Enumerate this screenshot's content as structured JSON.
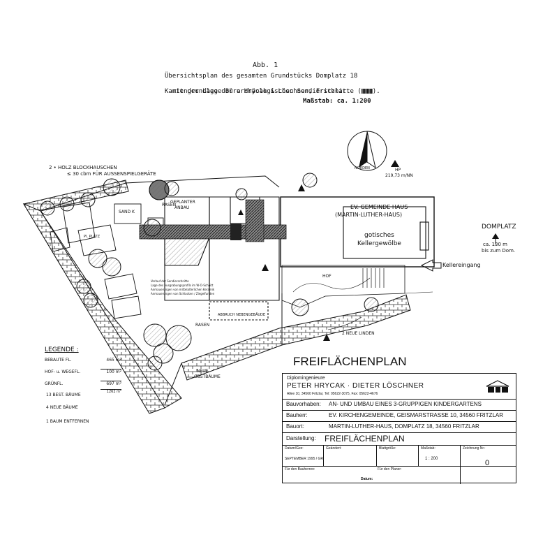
{
  "caption": {
    "fig_label": "Abb. 1",
    "line1": "Übersichtsplan des gesamten Grundstücks Domplatz 18",
    "line2": "mit der Lage der archäologischen Sondierschnitte (",
    "line2_end": ").",
    "line3": "Kartengrundlage Büro Hrycak & Löschner, Fritzlar.",
    "scale": "Maßstab: ca. 1:200"
  },
  "north": {
    "label": "NORDEN",
    "hp_label": "HP",
    "hp_value": "219,73 m/NN"
  },
  "plan_labels": {
    "blockhaus_1": "2 • HOLZ BLOCKHAUSCHEN",
    "blockhaus_2": "≤ 30 cbm  FÜR AUSSENSPIELGERÄTE",
    "sandk": "SAND K",
    "rasen_top": "RASEN",
    "geplanter_1": "GEPLANTER",
    "geplanter_2": "ANBAU",
    "ev_haus_1": "EV. GEMEINDE HAUS",
    "ev_haus_2": "(MARTIN-LUTHER-HAUS)",
    "gotisch_1": "gotisches",
    "gotisch_2": "Kellergewölbe",
    "domplatz": "DOMPLATZ",
    "domplatz_dist_1": "ca. 130 m",
    "domplatz_dist_2": "bis zum Dom.",
    "kellereingang": "Kellereingang",
    "hof": "HOF",
    "rasen_mid": "RASEN",
    "abbruch": "ABBRUCH NEBENGEBÄUDE",
    "linden": "2 NEUE LINDEN",
    "obstbaeume_1": "NEUE",
    "obstbaeume_2": "OBSTBÄUME",
    "pl_platz": "Pl. PLATZ",
    "legende_small_1": "Verlauf der Sondierschnitte",
    "legende_small_2": "Lage des Ausgrabungsprofils im W-O-Schnitt",
    "legende_small_3": "Anmauerungen von mittelalterlichen Keramik",
    "legende_small_4": "Anmauerungen von Schlacken / Ziegelfunden"
  },
  "legend": {
    "title": "LEGENDE :",
    "rows": [
      {
        "label": "BEBAUTE FL.",
        "value": "465 m²"
      },
      {
        "label": "HOF- u. WEGEFL.",
        "value": "100 m²"
      },
      {
        "label": "GRÜNFL.",
        "value": "697 m²"
      }
    ],
    "total": "1262 m²",
    "notes": [
      "13 BEST. BÄUME",
      "4 NEUE BÄUME",
      "1 BAUM ENTFERNEN"
    ]
  },
  "title_block": {
    "heading": "FREIFLÄCHENPLAN",
    "office_role": "Diplomingenieure",
    "office_names": "PETER HRYCAK · DIETER LÖSCHNER",
    "office_address": "Allee 10, 34560 Fritzlar, Tel: 05622-3075, Fax: 05622-4676",
    "rows": [
      {
        "key": "Bauvorhaben:",
        "value": "AN- UND UMBAU EINES 3-GRUPPIGEN KINDERGARTENS"
      },
      {
        "key": "Bauherr:",
        "value": "EV. KIRCHENGEMEINDE, GEISMARSTRASSE 10, 34560 FRITZLAR"
      },
      {
        "key": "Bauort:",
        "value": "MARTIN-LUTHER-HAUS, DOMPLATZ 18, 34560 FRITZLAR"
      }
    ],
    "darstellung_key": "Darstellung:",
    "darstellung_value": "FREIFLÄCHENPLAN",
    "small_headers": [
      "Datum/Gez:",
      "Geändert:",
      "Blattgröße:",
      "Maßstab:",
      "Zeichnung Nr.:"
    ],
    "datum_value": "SEPTEMBER 1995 / GR",
    "scale_value": "1 : 200",
    "drawing_no": "0",
    "fuer_bauherren": "Für den Bauherren:",
    "fuer_planer": "Für den Planer:",
    "datum_bottom": "Datum:"
  }
}
